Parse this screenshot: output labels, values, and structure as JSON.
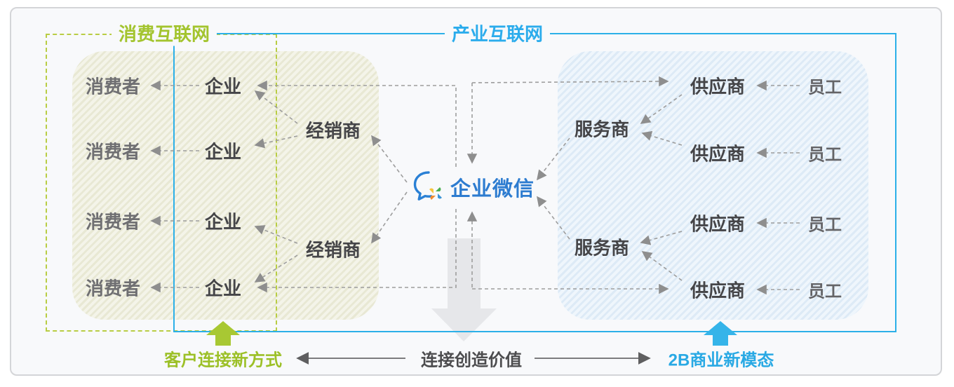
{
  "legend": {
    "consumer_internet": "消费互联网",
    "industrial_internet": "产业互联网"
  },
  "nodes": {
    "consumer": "消费者",
    "enterprise": "企业",
    "distributor": "经销商",
    "wechat_work": "企业微信",
    "service_provider": "服务商",
    "supplier": "供应商",
    "employee": "员工"
  },
  "bottom": {
    "left_label": "客户连接新方式",
    "center_label": "连接创造价值",
    "right_label": "2B商业新模态"
  },
  "icons": {
    "wechat_work_logo": "chat-bubble-pinwheel"
  },
  "colors": {
    "green_accent": "#a3c42e",
    "green_border": "#b9cd44",
    "blue_accent": "#2cb0e8",
    "logo_blue": "#2d7cd0",
    "connector_gray": "#9d9d9d",
    "node_dark": "#454548",
    "node_minor": "#6f6f72",
    "big_arrow_gray": "#e4e5e8"
  }
}
